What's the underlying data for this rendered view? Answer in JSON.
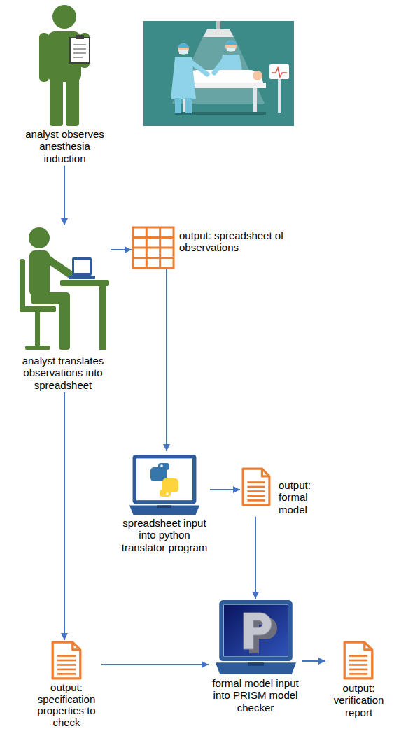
{
  "diagram": {
    "nodes": [
      {
        "text": [
          "analyst observes anesthesia induction"
        ]
      },
      {
        "text": [
          "analyst translates observations into spreadsheet"
        ]
      },
      {
        "text": [
          "output: spreadsheet of observations"
        ]
      },
      {
        "text": [
          "spreadsheet input into python translator program"
        ]
      },
      {
        "text": [
          "output: formal model"
        ]
      },
      {
        "text": [
          "output: specification properties to check"
        ]
      },
      {
        "text": [
          "formal model input into PRISM model checker"
        ]
      },
      {
        "text": [
          "output: verification report"
        ]
      }
    ],
    "edges": [
      {
        "from": 0,
        "to": 1,
        "arrow": "to"
      },
      {
        "from": 1,
        "to": 2,
        "arrow": "to"
      },
      {
        "from": 2,
        "to": 3,
        "arrow": "to"
      },
      {
        "from": 3,
        "to": 4,
        "arrow": "to"
      },
      {
        "from": 4,
        "to": 6,
        "arrow": "to"
      },
      {
        "from": 1,
        "to": 5,
        "arrow": "to"
      },
      {
        "from": 5,
        "to": 6,
        "arrow": "to"
      },
      {
        "from": 6,
        "to": 7,
        "arrow": "to"
      }
    ]
  }
}
